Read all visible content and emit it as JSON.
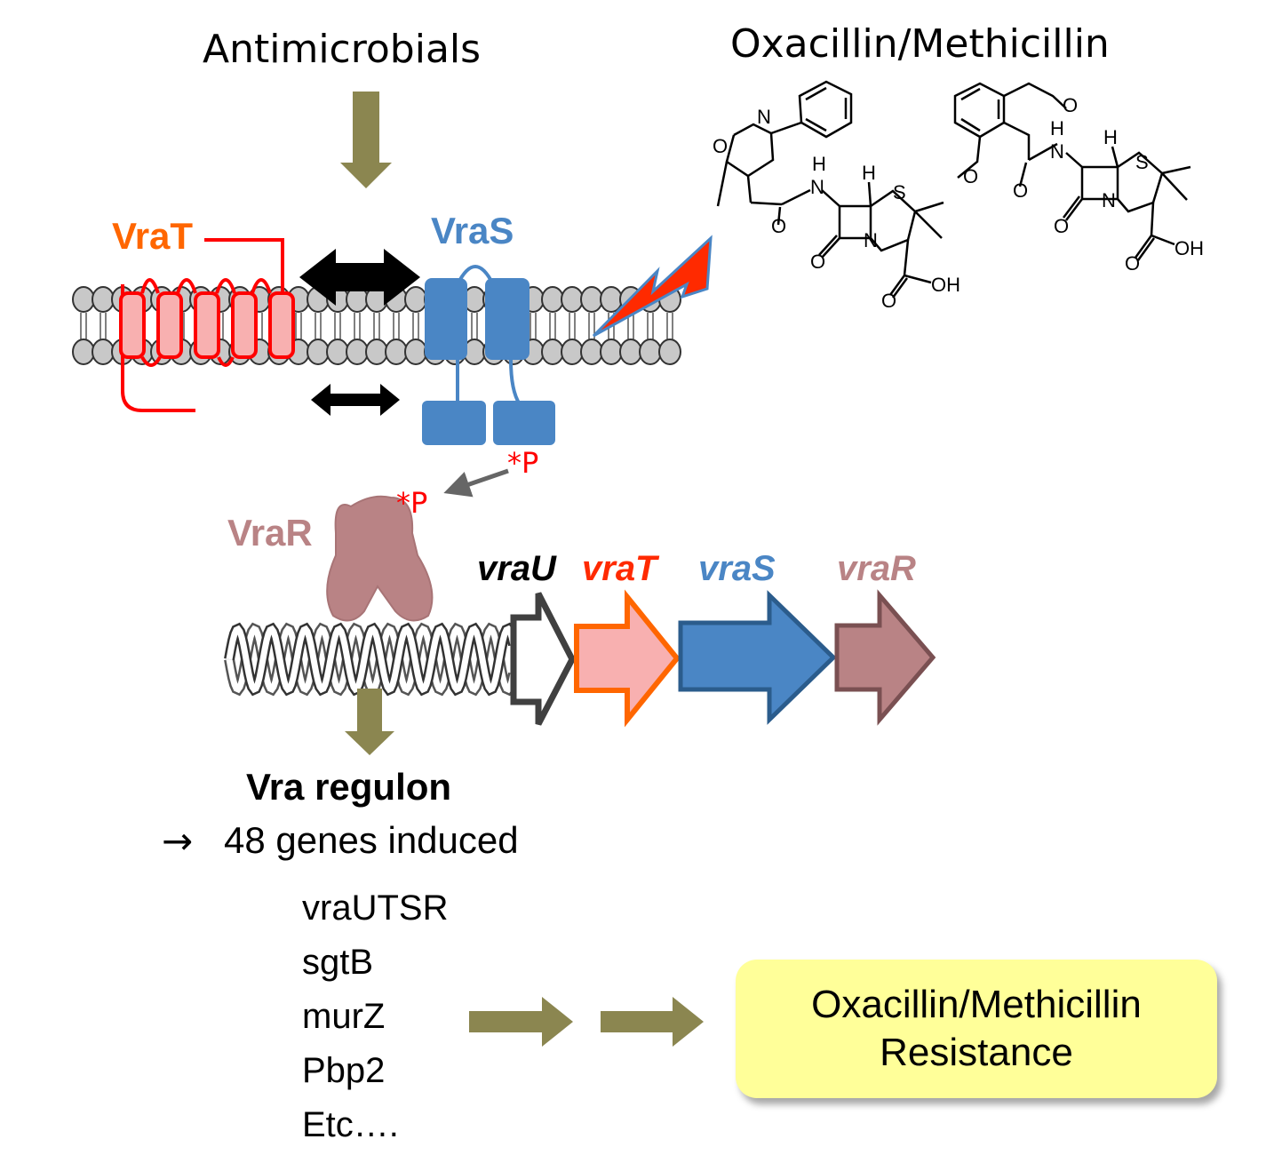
{
  "labels": {
    "antimicrobials": "Antimicrobials",
    "antibiotics": "Oxacillin/Methicillin",
    "vraT": "VraT",
    "vraS": "VraS",
    "vraR": "VraR",
    "phospho_1": "*P",
    "phospho_2": "*P"
  },
  "structures": {
    "atoms": {
      "N": "N",
      "O": "O",
      "H": "H",
      "S": "S",
      "OH": "OH"
    }
  },
  "operon": {
    "genes": [
      "vraU",
      "vraT",
      "vraS",
      "vraR"
    ]
  },
  "regulon": {
    "title": "Vra regulon",
    "arrow": "→",
    "summary": "48 genes induced",
    "genes": [
      "vraUTSR",
      "sgtB",
      "murZ",
      "Pbp2",
      "Etc…."
    ]
  },
  "result": {
    "line1": "Oxacillin/Methicillin",
    "line2": "Resistance"
  },
  "colors": {
    "flow_arrow": "#8b8650",
    "vraT": "#ff0000",
    "vraT_label": "#ff6600",
    "vraT_fill": "#f8b0b0",
    "vraS": "#4a86c5",
    "vraR": "#b98385",
    "lipid_head": "#c8c8c8",
    "result_box": "#ffff99",
    "phospho": "#ff0000"
  }
}
